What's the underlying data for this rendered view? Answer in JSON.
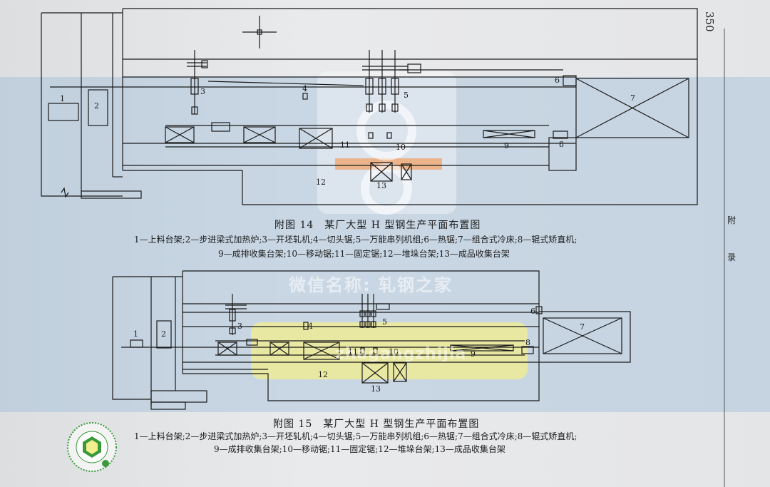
{
  "page": {
    "number": "350",
    "side_title": [
      "附",
      "录"
    ]
  },
  "figure14": {
    "title": "附图 14　某厂大型 H 型钢生产平面布置图",
    "legend": [
      "1—上料台架;2—步进梁式加热炉;3—开坯轧机;4—切头锯;5—万能串列机组;6—热锯;7—组合式冷床;8—辊式矫直机;",
      "9—成排收集台架;10—移动锯;11—固定锯;12—堆垛台架;13—成品收集台架"
    ],
    "labels": {
      "n1": "1",
      "n2": "2",
      "n3": "3",
      "n4": "4",
      "n5": "5",
      "n6": "6",
      "n7": "7",
      "n8": "8",
      "n9": "9",
      "n10": "10",
      "n11": "11",
      "n12": "12",
      "n13": "13"
    }
  },
  "figure15": {
    "title": "附图 15　某厂大型 H 型钢生产平面布置图",
    "legend": [
      "1—上料台架;2—步进梁式加热炉;3—开坯轧机;4—切头锯;5—万能串列机组;6—热锯;7—组合式冷床;8—辊式矫直机;",
      "9—成排收集台架;10—移动锯;11—固定锯;12—堆垛台架;13—成品收集台架"
    ],
    "labels": {
      "n1": "1",
      "n2": "2",
      "n3": "3",
      "n4": "4",
      "n5": "5",
      "n6": "6",
      "n7": "7",
      "n8": "8",
      "n9": "9",
      "n10": "10",
      "n11": "11",
      "n12": "12",
      "n13": "13"
    }
  },
  "watermark": {
    "text": "微信名称: 轧钢之家",
    "url": "zhagangzhijia"
  },
  "colors": {
    "band": "#96b9d7",
    "line": "#1a1a1a",
    "watermark_orange": "#f0a872",
    "watermark_yellow": "#f3ee8e",
    "seal_green": "#3a9a3a"
  }
}
